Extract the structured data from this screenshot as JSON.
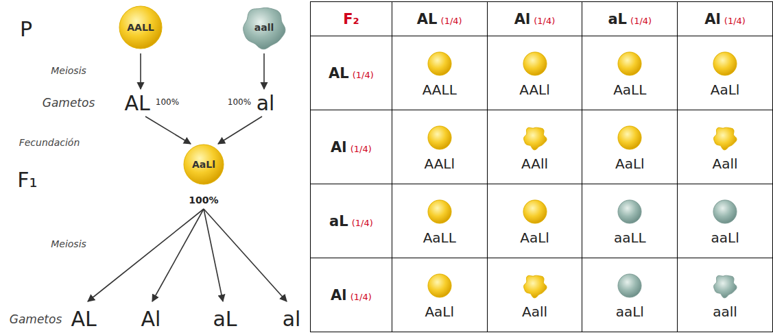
{
  "diagram": {
    "nodes": [
      {
        "text": [
          "AALL"
        ]
      },
      {
        "text": [
          "aall"
        ]
      },
      {
        "text": [
          "AaLl"
        ]
      }
    ],
    "labels": [
      "P",
      "Meiosis",
      "Gametos",
      "AL",
      "100%",
      "100%",
      "al",
      "Fecundación",
      "F₁",
      "100%",
      "Meiosis",
      "Gametos",
      "AL",
      "Al",
      "aL",
      "al",
      "F₂",
      "AL",
      "(1/4)",
      "Al",
      "(1/4)",
      "aL",
      "(1/4)",
      "Al",
      "(1/4)",
      "AL",
      "(1/4)",
      "AALL",
      "AALl",
      "AaLL",
      "AaLl",
      "Al",
      "(1/4)",
      "AALl",
      "AAll",
      "AaLl",
      "Aall",
      "aL",
      "(1/4)",
      "AaLL",
      "AaLl",
      "aaLL",
      "aaLl",
      "Al",
      "(1/4)",
      "AaLl",
      "Aall",
      "aaLl",
      "aall"
    ]
  }
}
